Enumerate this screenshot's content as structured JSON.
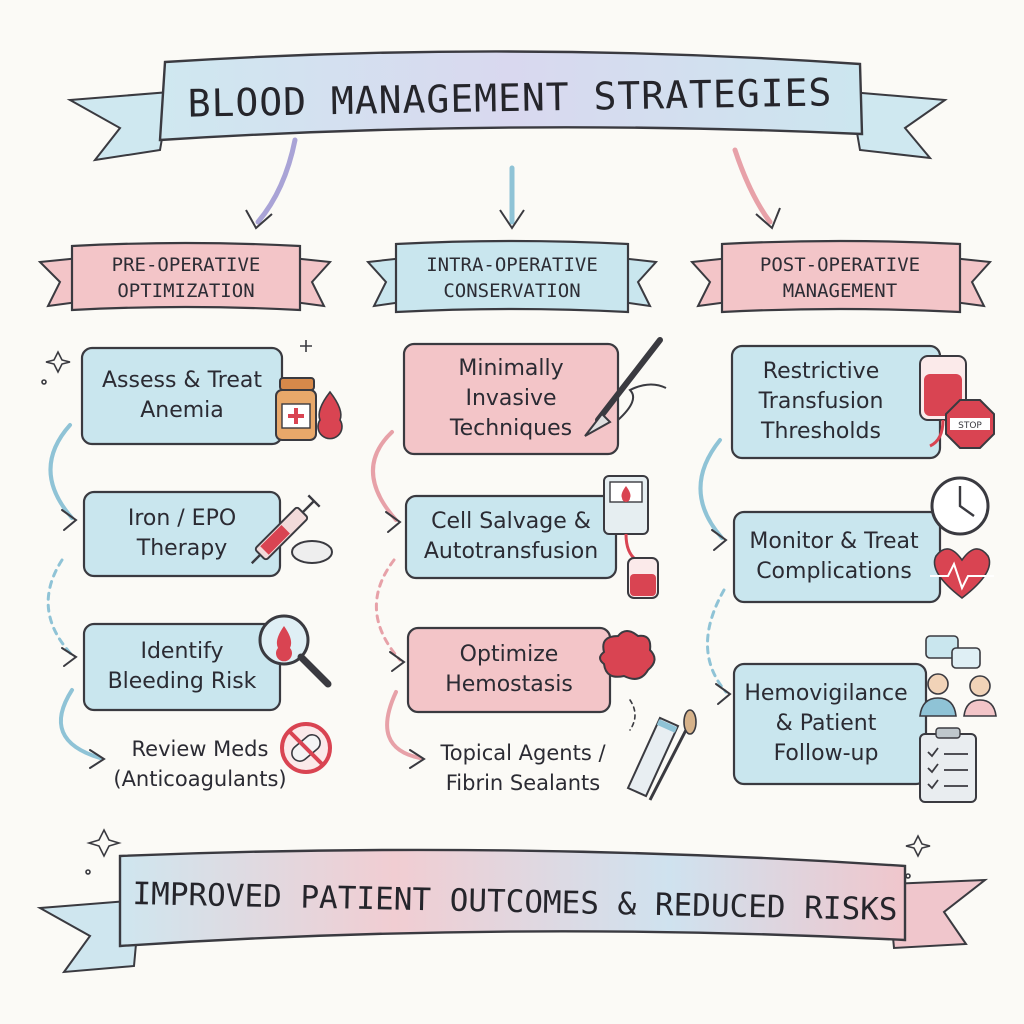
{
  "title": "BLOOD MANAGEMENT STRATEGIES",
  "columns": [
    {
      "title": "PRE-OPERATIVE\nOPTIMIZATION",
      "items": [
        "Assess & Treat\nAnemia",
        "Iron / EPO\nTherapy",
        "Identify\nBleeding Risk",
        "Review Meds\n(Anticoagulants)"
      ]
    },
    {
      "title": "INTRA-OPERATIVE\nCONSERVATION",
      "items": [
        "Minimally\nInvasive\nTechniques",
        "Cell Salvage &\nAutotransfusion",
        "Optimize\nHemostasis",
        "Topical Agents /\nFibrin Sealants"
      ]
    },
    {
      "title": "POST-OPERATIVE\nMANAGEMENT",
      "items": [
        "Restrictive\nTransfusion\nThresholds",
        "Monitor & Treat\nComplications",
        "Hemovigilance\n& Patient\nFollow-up"
      ]
    }
  ],
  "outcome": "IMPROVED PATIENT OUTCOMES & REDUCED RISKS",
  "stop_sign_text": "STOP",
  "colors": {
    "blue": "#c9e6ee",
    "pink": "#f3c5c8",
    "red": "#d94452",
    "outline": "#3a3a40",
    "arrow_blue": "#8fc3d6",
    "arrow_pink": "#e7a1a8"
  }
}
